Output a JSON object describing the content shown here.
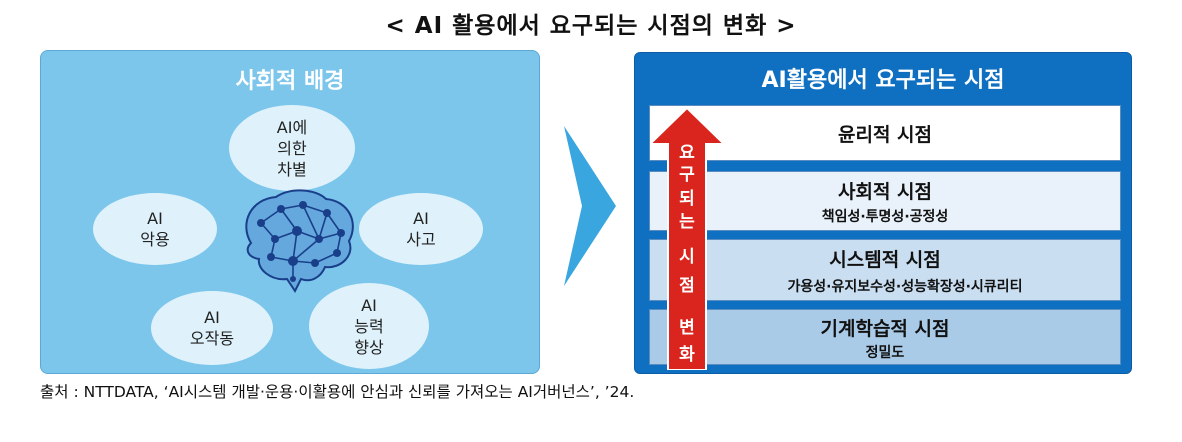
{
  "title": "< AI 활용에서 요구되는 시점의 변화 >",
  "left": {
    "title": "사회적 배경",
    "bubbles": [
      {
        "line1": "AI에",
        "line2": "의한",
        "line3": "차별"
      },
      {
        "line1": "AI",
        "line2": "악용"
      },
      {
        "line1": "AI",
        "line2": "사고"
      },
      {
        "line1": "AI",
        "line2": "오작동"
      },
      {
        "line1": "AI",
        "line2": "능력",
        "line3": "향상"
      }
    ]
  },
  "right": {
    "title": "AI활용에서 요구되는 시점",
    "arrow_chars": [
      "요",
      "구",
      "되",
      "는",
      "시",
      "점",
      "변",
      "화"
    ],
    "rows": [
      {
        "main": "윤리적 시점",
        "sub": ""
      },
      {
        "main": "사회적 시점",
        "sub": "책임성·투명성·공정성"
      },
      {
        "main": "시스템적 시점",
        "sub": "가용성·유지보수성·성능확장성·시큐리티"
      },
      {
        "main": "기계학습적 시점",
        "sub": "정밀도"
      }
    ]
  },
  "source": "출처 : NTTDATA, ‘AI시스템 개발·운용·이활용에 안심과 신뢰를 가져오는 AI거버넌스’, ’24.",
  "colors": {
    "left_panel": "#7cc6ec",
    "bubble": "#dff2fb",
    "right_panel": "#0f6fc0",
    "arrow": "#d9251d",
    "transition_arrow": "#3aa6df",
    "brain": "#1a3f8a"
  }
}
